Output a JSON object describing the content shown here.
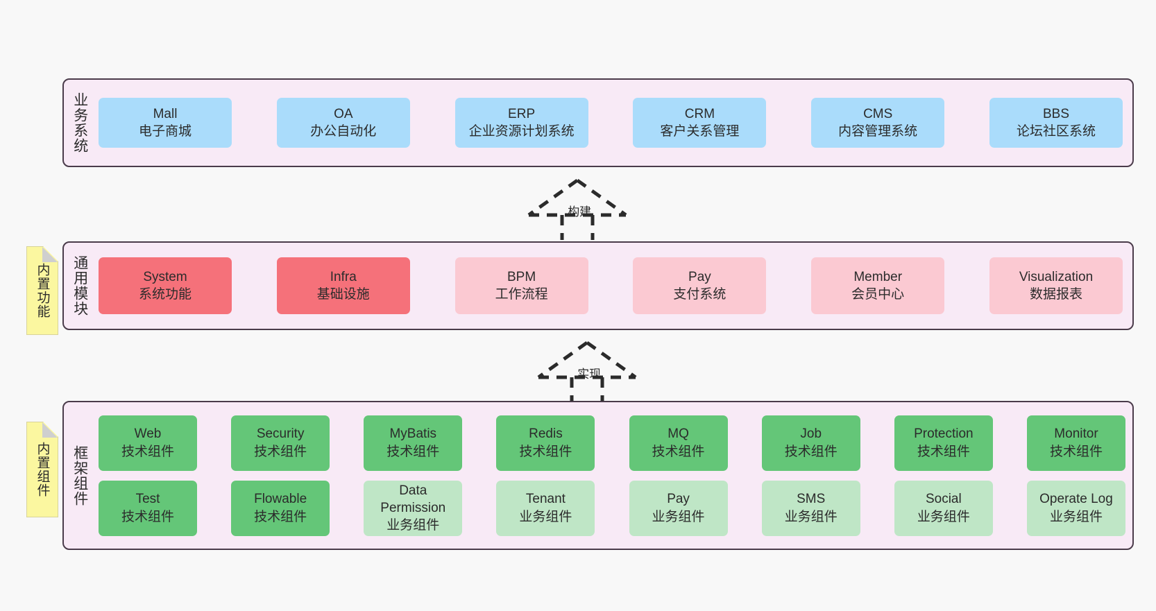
{
  "diagram": {
    "background_color": "#f8f8f8",
    "panel_fill": "#f8eaf6",
    "panel_border": "#4a3b4a",
    "note_fill": "#fbf7a0"
  },
  "notes": [
    {
      "label": "内置功能"
    },
    {
      "label": "内置组件"
    }
  ],
  "arrows": [
    {
      "label": "构建",
      "style": "dashed-hollow-generalization",
      "direction": "up"
    },
    {
      "label": "实现",
      "style": "dashed-hollow-generalization",
      "direction": "up"
    }
  ],
  "layers": [
    {
      "id": "business",
      "title": "业务系统",
      "cards": [
        {
          "en": "Mall",
          "cn": "电子商城",
          "color": "#aadcfb"
        },
        {
          "en": "OA",
          "cn": "办公自动化",
          "color": "#aadcfb"
        },
        {
          "en": "ERP",
          "cn": "企业资源计划系统",
          "color": "#aadcfb"
        },
        {
          "en": "CRM",
          "cn": "客户关系管理",
          "color": "#aadcfb"
        },
        {
          "en": "CMS",
          "cn": "内容管理系统",
          "color": "#aadcfb"
        },
        {
          "en": "BBS",
          "cn": "论坛社区系统",
          "color": "#aadcfb"
        }
      ]
    },
    {
      "id": "modules",
      "title": "通用模块",
      "cards": [
        {
          "en": "System",
          "cn": "系统功能",
          "color": "#f5717a"
        },
        {
          "en": "Infra",
          "cn": "基础设施",
          "color": "#f5717a"
        },
        {
          "en": "BPM",
          "cn": "工作流程",
          "color": "#fbc9d2"
        },
        {
          "en": "Pay",
          "cn": "支付系统",
          "color": "#fbc9d2"
        },
        {
          "en": "Member",
          "cn": "会员中心",
          "color": "#fbc9d2"
        },
        {
          "en": "Visualization",
          "cn": "数据报表",
          "color": "#fbc9d2"
        }
      ]
    },
    {
      "id": "framework",
      "title": "框架组件",
      "rows": [
        [
          {
            "en": "Web",
            "cn": "技术组件",
            "color": "#64c678"
          },
          {
            "en": "Security",
            "cn": "技术组件",
            "color": "#64c678"
          },
          {
            "en": "MyBatis",
            "cn": "技术组件",
            "color": "#64c678"
          },
          {
            "en": "Redis",
            "cn": "技术组件",
            "color": "#64c678"
          },
          {
            "en": "MQ",
            "cn": "技术组件",
            "color": "#64c678"
          },
          {
            "en": "Job",
            "cn": "技术组件",
            "color": "#64c678"
          },
          {
            "en": "Protection",
            "cn": "技术组件",
            "color": "#64c678"
          },
          {
            "en": "Monitor",
            "cn": "技术组件",
            "color": "#64c678"
          }
        ],
        [
          {
            "en": "Test",
            "cn": "技术组件",
            "color": "#64c678"
          },
          {
            "en": "Flowable",
            "cn": "技术组件",
            "color": "#64c678"
          },
          {
            "en": "Data Permission",
            "cn": "业务组件",
            "color": "#bfe6c6",
            "wrap": true
          },
          {
            "en": "Tenant",
            "cn": "业务组件",
            "color": "#bfe6c6"
          },
          {
            "en": "Pay",
            "cn": "业务组件",
            "color": "#bfe6c6"
          },
          {
            "en": "SMS",
            "cn": "业务组件",
            "color": "#bfe6c6"
          },
          {
            "en": "Social",
            "cn": "业务组件",
            "color": "#bfe6c6"
          },
          {
            "en": "Operate Log",
            "cn": "业务组件",
            "color": "#bfe6c6"
          }
        ]
      ]
    }
  ]
}
